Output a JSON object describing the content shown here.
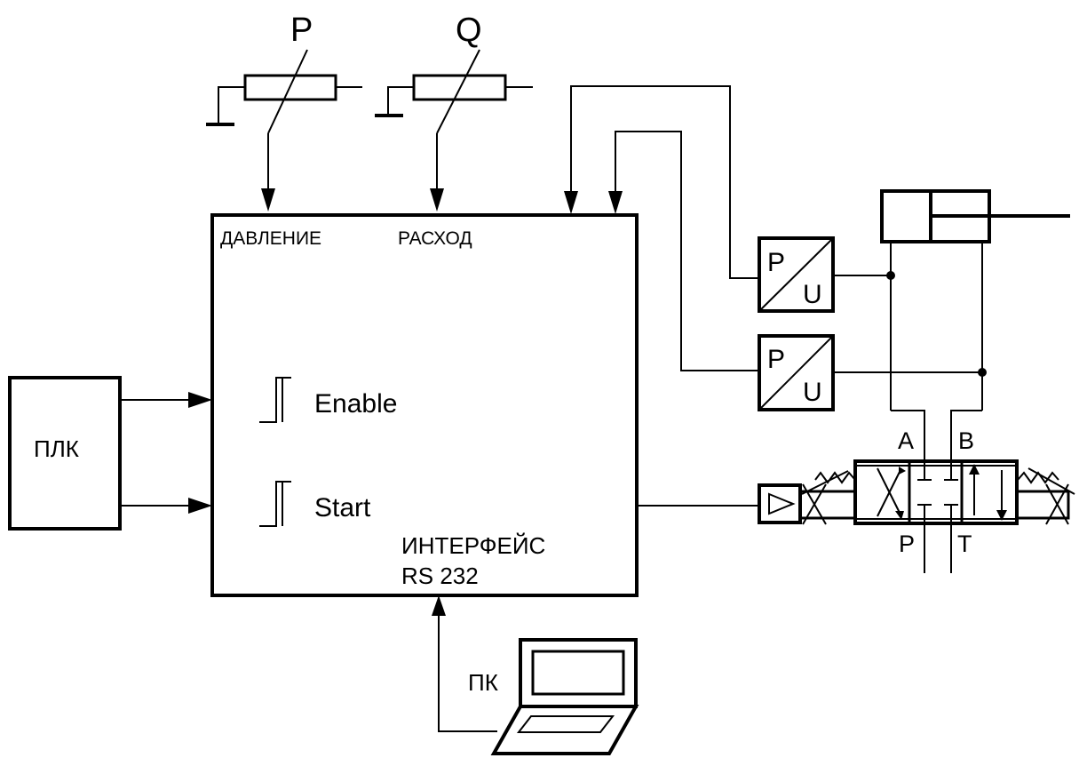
{
  "sensors": {
    "pressure_symbol": "P",
    "flow_symbol": "Q"
  },
  "controller": {
    "input_pressure": "ДАВЛЕНИЕ",
    "input_flow": "РАСХОД",
    "signal_enable": "Enable",
    "signal_start": "Start",
    "interface_line1": "ИНТЕРФЕЙС",
    "interface_line2": "RS 232"
  },
  "plc": {
    "label": "ПЛК"
  },
  "pc": {
    "label": "ПК"
  },
  "transducers": [
    {
      "top": "P",
      "bottom": "U"
    },
    {
      "top": "P",
      "bottom": "U"
    }
  ],
  "valve_ports": {
    "a": "A",
    "b": "B",
    "p": "P",
    "t": "T"
  }
}
